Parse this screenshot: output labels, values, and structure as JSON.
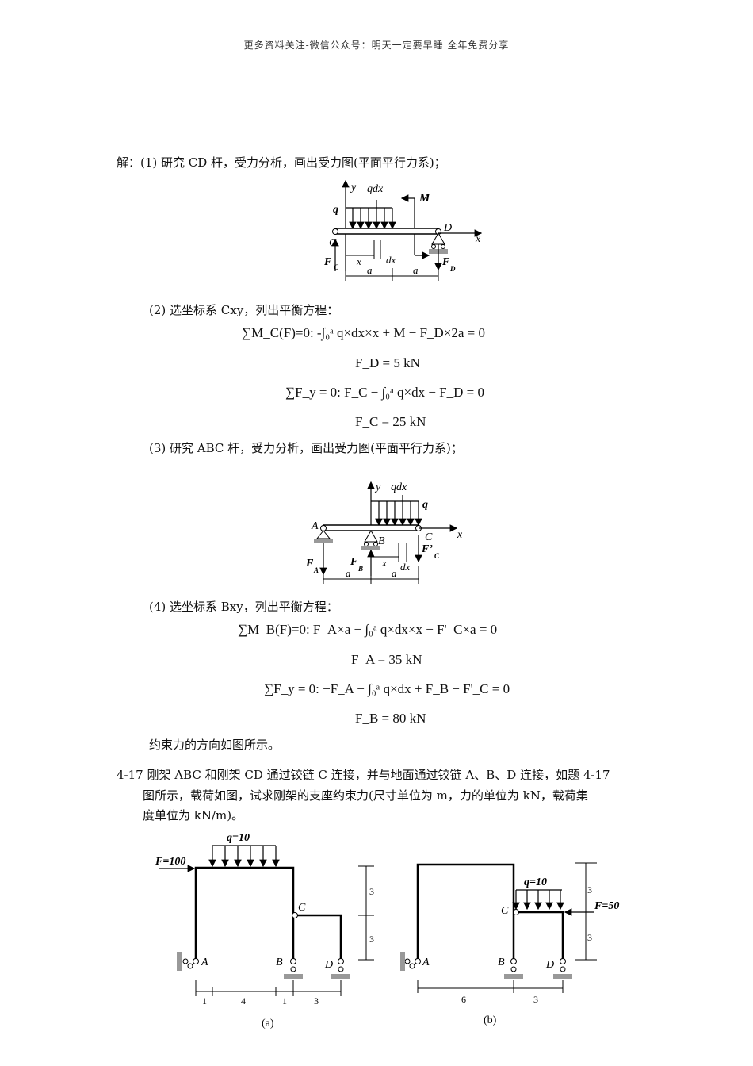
{
  "header": "更多资料关注-微信公众号：明天一定要早睡 全年免费分享",
  "solution": {
    "step1": "解：(1) 研究 CD 杆，受力分析，画出受力图(平面平行力系)；",
    "step2": "(2) 选坐标系 Cxy，列出平衡方程：",
    "eq1": "∑M_C(F)=0:  -∫₀ᵃ q×dx×x + M − F_D×2a = 0",
    "res1": "F_D = 5 kN",
    "eq2": "∑F_y = 0:  F_C − ∫₀ᵃ q×dx − F_D = 0",
    "res2": "F_C = 25 kN",
    "step3": "(3) 研究 ABC 杆，受力分析，画出受力图(平面平行力系)；",
    "step4": "(4) 选坐标系 Bxy，列出平衡方程：",
    "eq3": "∑M_B(F)=0:  F_A×a − ∫₀ᵃ q×dx×x − F'_C×a = 0",
    "res3": "F_A = 35 kN",
    "eq4": "∑F_y = 0:  −F_A − ∫₀ᵃ q×dx + F_B − F'_C = 0",
    "res4": "F_B = 80 kN",
    "note": "约束力的方向如图所示。"
  },
  "problem": {
    "line1": "4-17 刚架 ABC 和刚架 CD 通过铰链 C 连接，并与地面通过铰链 A、B、D 连接，如题 4-17",
    "line2": "图所示，载荷如图，试求刚架的支座约束力(尺寸单位为 m，力的单位为 kN，载荷集",
    "line3": "度单位为 kN/m)。"
  },
  "fig1": {
    "y": "y",
    "qdx": "qdx",
    "M": "M",
    "q": "q",
    "C": "C",
    "D": "D",
    "x_axis": "x",
    "FC": "F",
    "FC_sub": "C",
    "x": "x",
    "dx": "dx",
    "FD": "F",
    "FD_sub": "D",
    "a1": "a",
    "a2": "a"
  },
  "fig2": {
    "y": "y",
    "qdx": "qdx",
    "q": "q",
    "A": "A",
    "B": "B",
    "C": "C",
    "x_axis": "x",
    "FA": "F",
    "FA_sub": "A",
    "FB": "F",
    "FB_sub": "B",
    "FC": "F’",
    "FC_sub": "C",
    "x": "x",
    "dx": "dx",
    "a1": "a",
    "a2": "a"
  },
  "fig3": {
    "q": "q=10",
    "F": "F=100",
    "A": "A",
    "B": "B",
    "C": "C",
    "D": "D",
    "dim1": "1",
    "dim2": "4",
    "dim3": "1",
    "dim4": "3",
    "h1": "3",
    "h2": "3",
    "caption": "(a)"
  },
  "fig4": {
    "q": "q=10",
    "F": "F=50",
    "A": "A",
    "B": "B",
    "C": "C",
    "D": "D",
    "dim1": "6",
    "dim2": "3",
    "h1": "3",
    "h2": "3",
    "caption": "(b)"
  }
}
